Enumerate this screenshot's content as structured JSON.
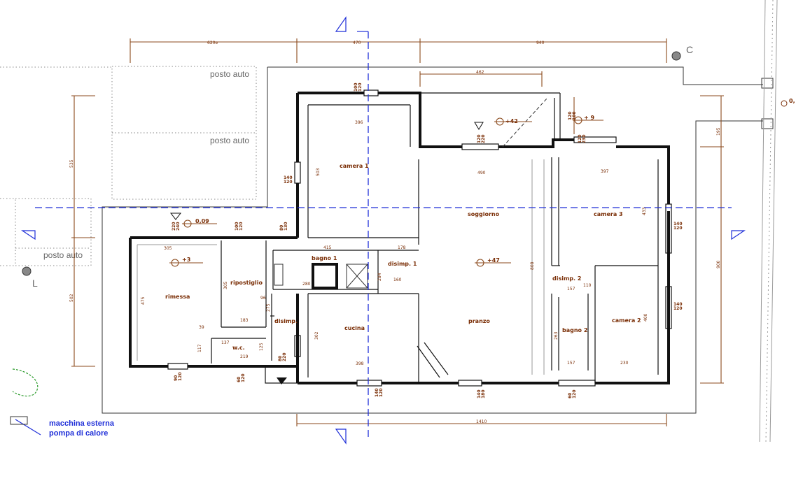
{
  "rooms": {
    "camera1": "camera 1",
    "soggiorno": "soggiorno",
    "camera3": "camera 3",
    "bagno1": "bagno 1",
    "disimp1": "disimp. 1",
    "ripostiglio": "ripostiglio",
    "rimessa": "rimessa",
    "disimp": "disimp.",
    "wc": "w.c.",
    "cucina": "cucina",
    "pranzo": "pranzo",
    "disimp2": "disimp. 2",
    "bagno2": "bagno 2",
    "camera2": "camera 2"
  },
  "parking": [
    "posto auto",
    "posto auto",
    "posto auto"
  ],
  "points": {
    "c": "C",
    "l": "L",
    "zero": "0,"
  },
  "levels": [
    "+42",
    "+ 9",
    "0,09",
    "+3",
    "+47"
  ],
  "dimensions": {
    "top_a": "620e",
    "top_b": "470",
    "top_c": "940",
    "veranda": "462",
    "bottom": "1410",
    "left_upper": "535",
    "left_lower": "502",
    "right_main": "900",
    "right_small": "195",
    "cam1_w": "396",
    "cam1_h": "503",
    "sogg_w": "490",
    "cam3_w": "397",
    "cam3_h": "433",
    "bagno1_w": "415",
    "disimp1_w": "178",
    "disimp1_h": "160",
    "disimp1_v": "284",
    "tot_h": "808",
    "rim_w": "305",
    "rim_h": "475",
    "rip_w": "183",
    "rip_h": "305",
    "d96": "96",
    "d280": "280",
    "d39": "39",
    "d137": "137",
    "d219": "219",
    "d117": "117",
    "d125": "125",
    "d275": "275",
    "cuc_w": "398",
    "cuc_h": "302",
    "dis2_w": "157",
    "d110": "110",
    "bag2_w": "157",
    "bag2_h": "263",
    "cam2_w": "230",
    "cam2_h": "400"
  },
  "windows": [
    {
      "w": "100",
      "h": "120"
    },
    {
      "w": "120",
      "h": "220"
    },
    {
      "w": "140",
      "h": "120"
    },
    {
      "w": "120",
      "h": "230"
    },
    {
      "w": "100",
      "h": "120"
    },
    {
      "w": "220",
      "h": "240"
    },
    {
      "w": "100",
      "h": "120"
    },
    {
      "w": "80",
      "h": "130"
    },
    {
      "w": "140",
      "h": "120"
    },
    {
      "w": "140",
      "h": "120"
    },
    {
      "w": "90",
      "h": "120"
    },
    {
      "w": "60",
      "h": "120"
    },
    {
      "w": "80",
      "h": "220"
    },
    {
      "w": "140",
      "h": "120"
    },
    {
      "w": "140",
      "h": "180"
    },
    {
      "w": "60",
      "h": "120"
    }
  ],
  "legend": {
    "line1": "macchina esterna",
    "line2": "pompa di calore"
  }
}
